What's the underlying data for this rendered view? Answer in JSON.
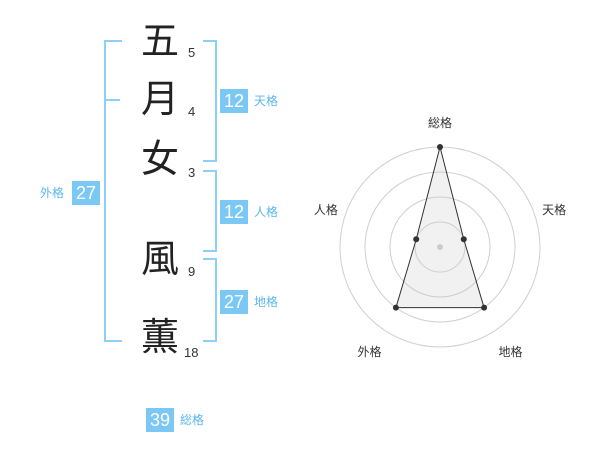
{
  "name_chars": [
    {
      "char": "五",
      "strokes": "5"
    },
    {
      "char": "月",
      "strokes": "4"
    },
    {
      "char": "女",
      "strokes": "3"
    },
    {
      "char": "風",
      "strokes": "9"
    },
    {
      "char": "薫",
      "strokes": "18"
    }
  ],
  "fortune": {
    "tenkaku": {
      "value": "12",
      "label": "天格"
    },
    "jinkaku": {
      "value": "12",
      "label": "人格"
    },
    "chikaku": {
      "value": "27",
      "label": "地格"
    },
    "gaikaku": {
      "value": "27",
      "label": "外格"
    },
    "soukaku": {
      "value": "39",
      "label": "総格"
    }
  },
  "radar": {
    "axes": [
      "総格",
      "天格",
      "地格",
      "外格",
      "人格"
    ],
    "levels": 4,
    "values": [
      4,
      1,
      3,
      3,
      1
    ],
    "max": 4,
    "accent": "#7cc8f5"
  }
}
